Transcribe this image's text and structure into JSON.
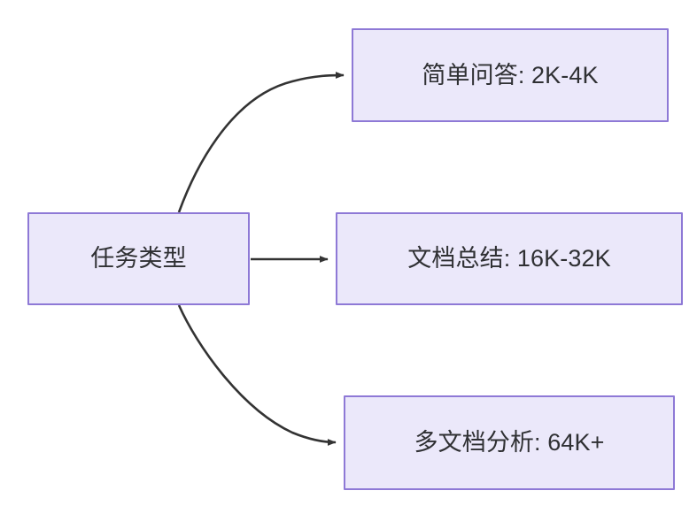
{
  "diagram": {
    "type": "flowchart",
    "direction": "left-to-right",
    "background_color": "#ffffff",
    "node_fill_color": "#ebe8fa",
    "node_border_color": "#8e79d6",
    "node_text_color": "#2f3033",
    "edge_color": "#333333",
    "nodes": [
      {
        "id": "source",
        "label": "任务类型"
      },
      {
        "id": "simple-qa",
        "label": "简单问答: 2K-4K"
      },
      {
        "id": "doc-summary",
        "label": "文档总结: 16K-32K"
      },
      {
        "id": "multi-doc",
        "label": "多文档分析: 64K+"
      }
    ],
    "edges": [
      {
        "from": "source",
        "to": "simple-qa",
        "label": "",
        "style": "curved-arrow"
      },
      {
        "from": "source",
        "to": "doc-summary",
        "label": "",
        "style": "straight-arrow"
      },
      {
        "from": "source",
        "to": "multi-doc",
        "label": "",
        "style": "curved-arrow"
      }
    ]
  }
}
